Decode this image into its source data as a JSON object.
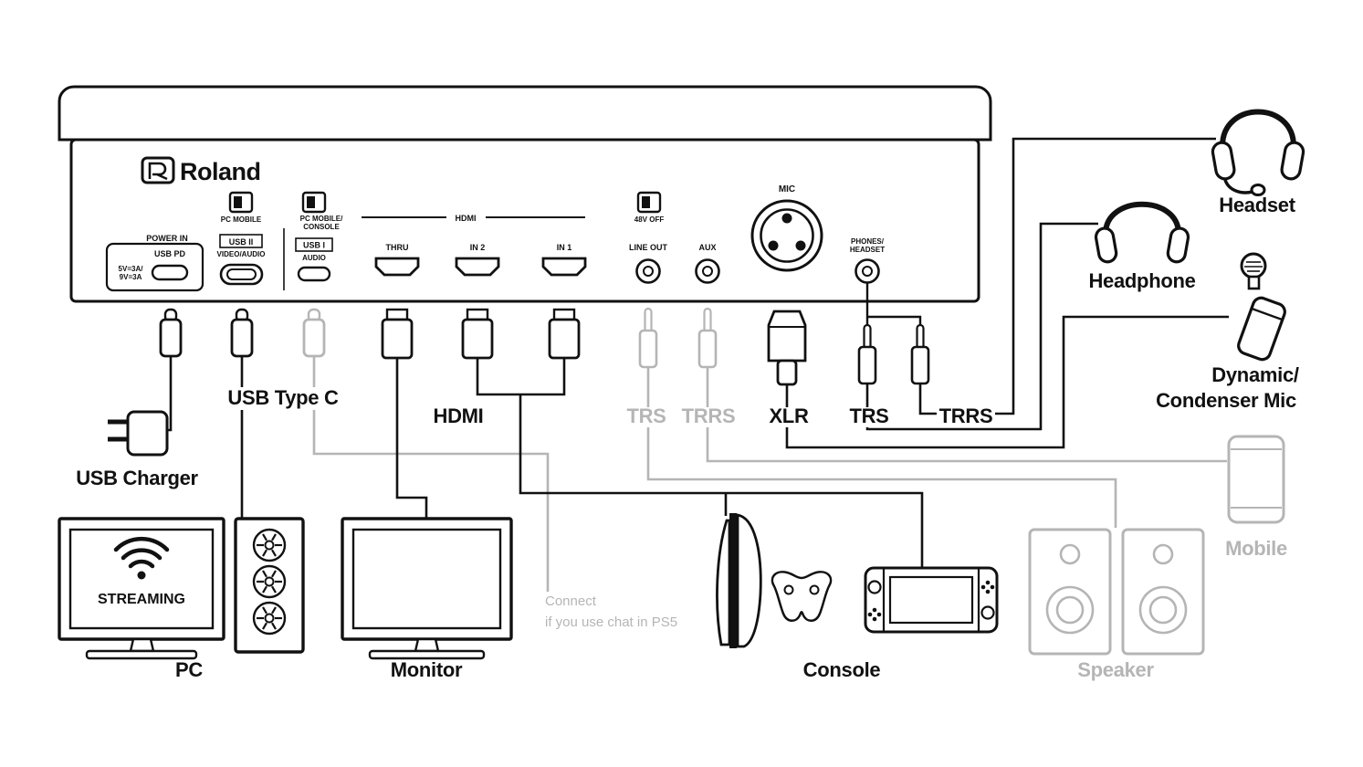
{
  "colors": {
    "ink": "#111111",
    "muted": "#b5b5b5"
  },
  "brand": "Roland",
  "panel": {
    "power": {
      "title": "POWER IN",
      "subtitle": "USB PD",
      "spec1": "5V=3A/",
      "spec2": "9V=3A"
    },
    "usb2": {
      "switch": "PC MOBILE",
      "name": "USB II",
      "sub": "VIDEO/AUDIO"
    },
    "usb1": {
      "switch1": "PC MOBILE/",
      "switch2": "CONSOLE",
      "name": "USB I",
      "sub": "AUDIO"
    },
    "hdmi": {
      "group": "HDMI",
      "thru": "THRU",
      "in2": "IN 2",
      "in1": "IN 1"
    },
    "phantom": "48V OFF",
    "line_out": "LINE OUT",
    "aux": "AUX",
    "mic": "MIC",
    "phones1": "PHONES/",
    "phones2": "HEADSET"
  },
  "cables": {
    "usb_charger": "USB Charger",
    "usb_type_c": "USB Type C",
    "hdmi": "HDMI",
    "trs_gray": "TRS",
    "trrs_gray": "TRRS",
    "xlr": "XLR",
    "trs": "TRS",
    "trrs": "TRRS"
  },
  "devices": {
    "pc": "PC",
    "monitor": "Monitor",
    "console": "Console",
    "speaker": "Speaker",
    "mobile": "Mobile",
    "headset": "Headset",
    "headphone": "Headphone",
    "mic_line1": "Dynamic/",
    "mic_line2": "Condenser Mic",
    "streaming": "STREAMING",
    "ps5_note_line1": "Connect",
    "ps5_note_line2": "if you use chat in PS5"
  }
}
